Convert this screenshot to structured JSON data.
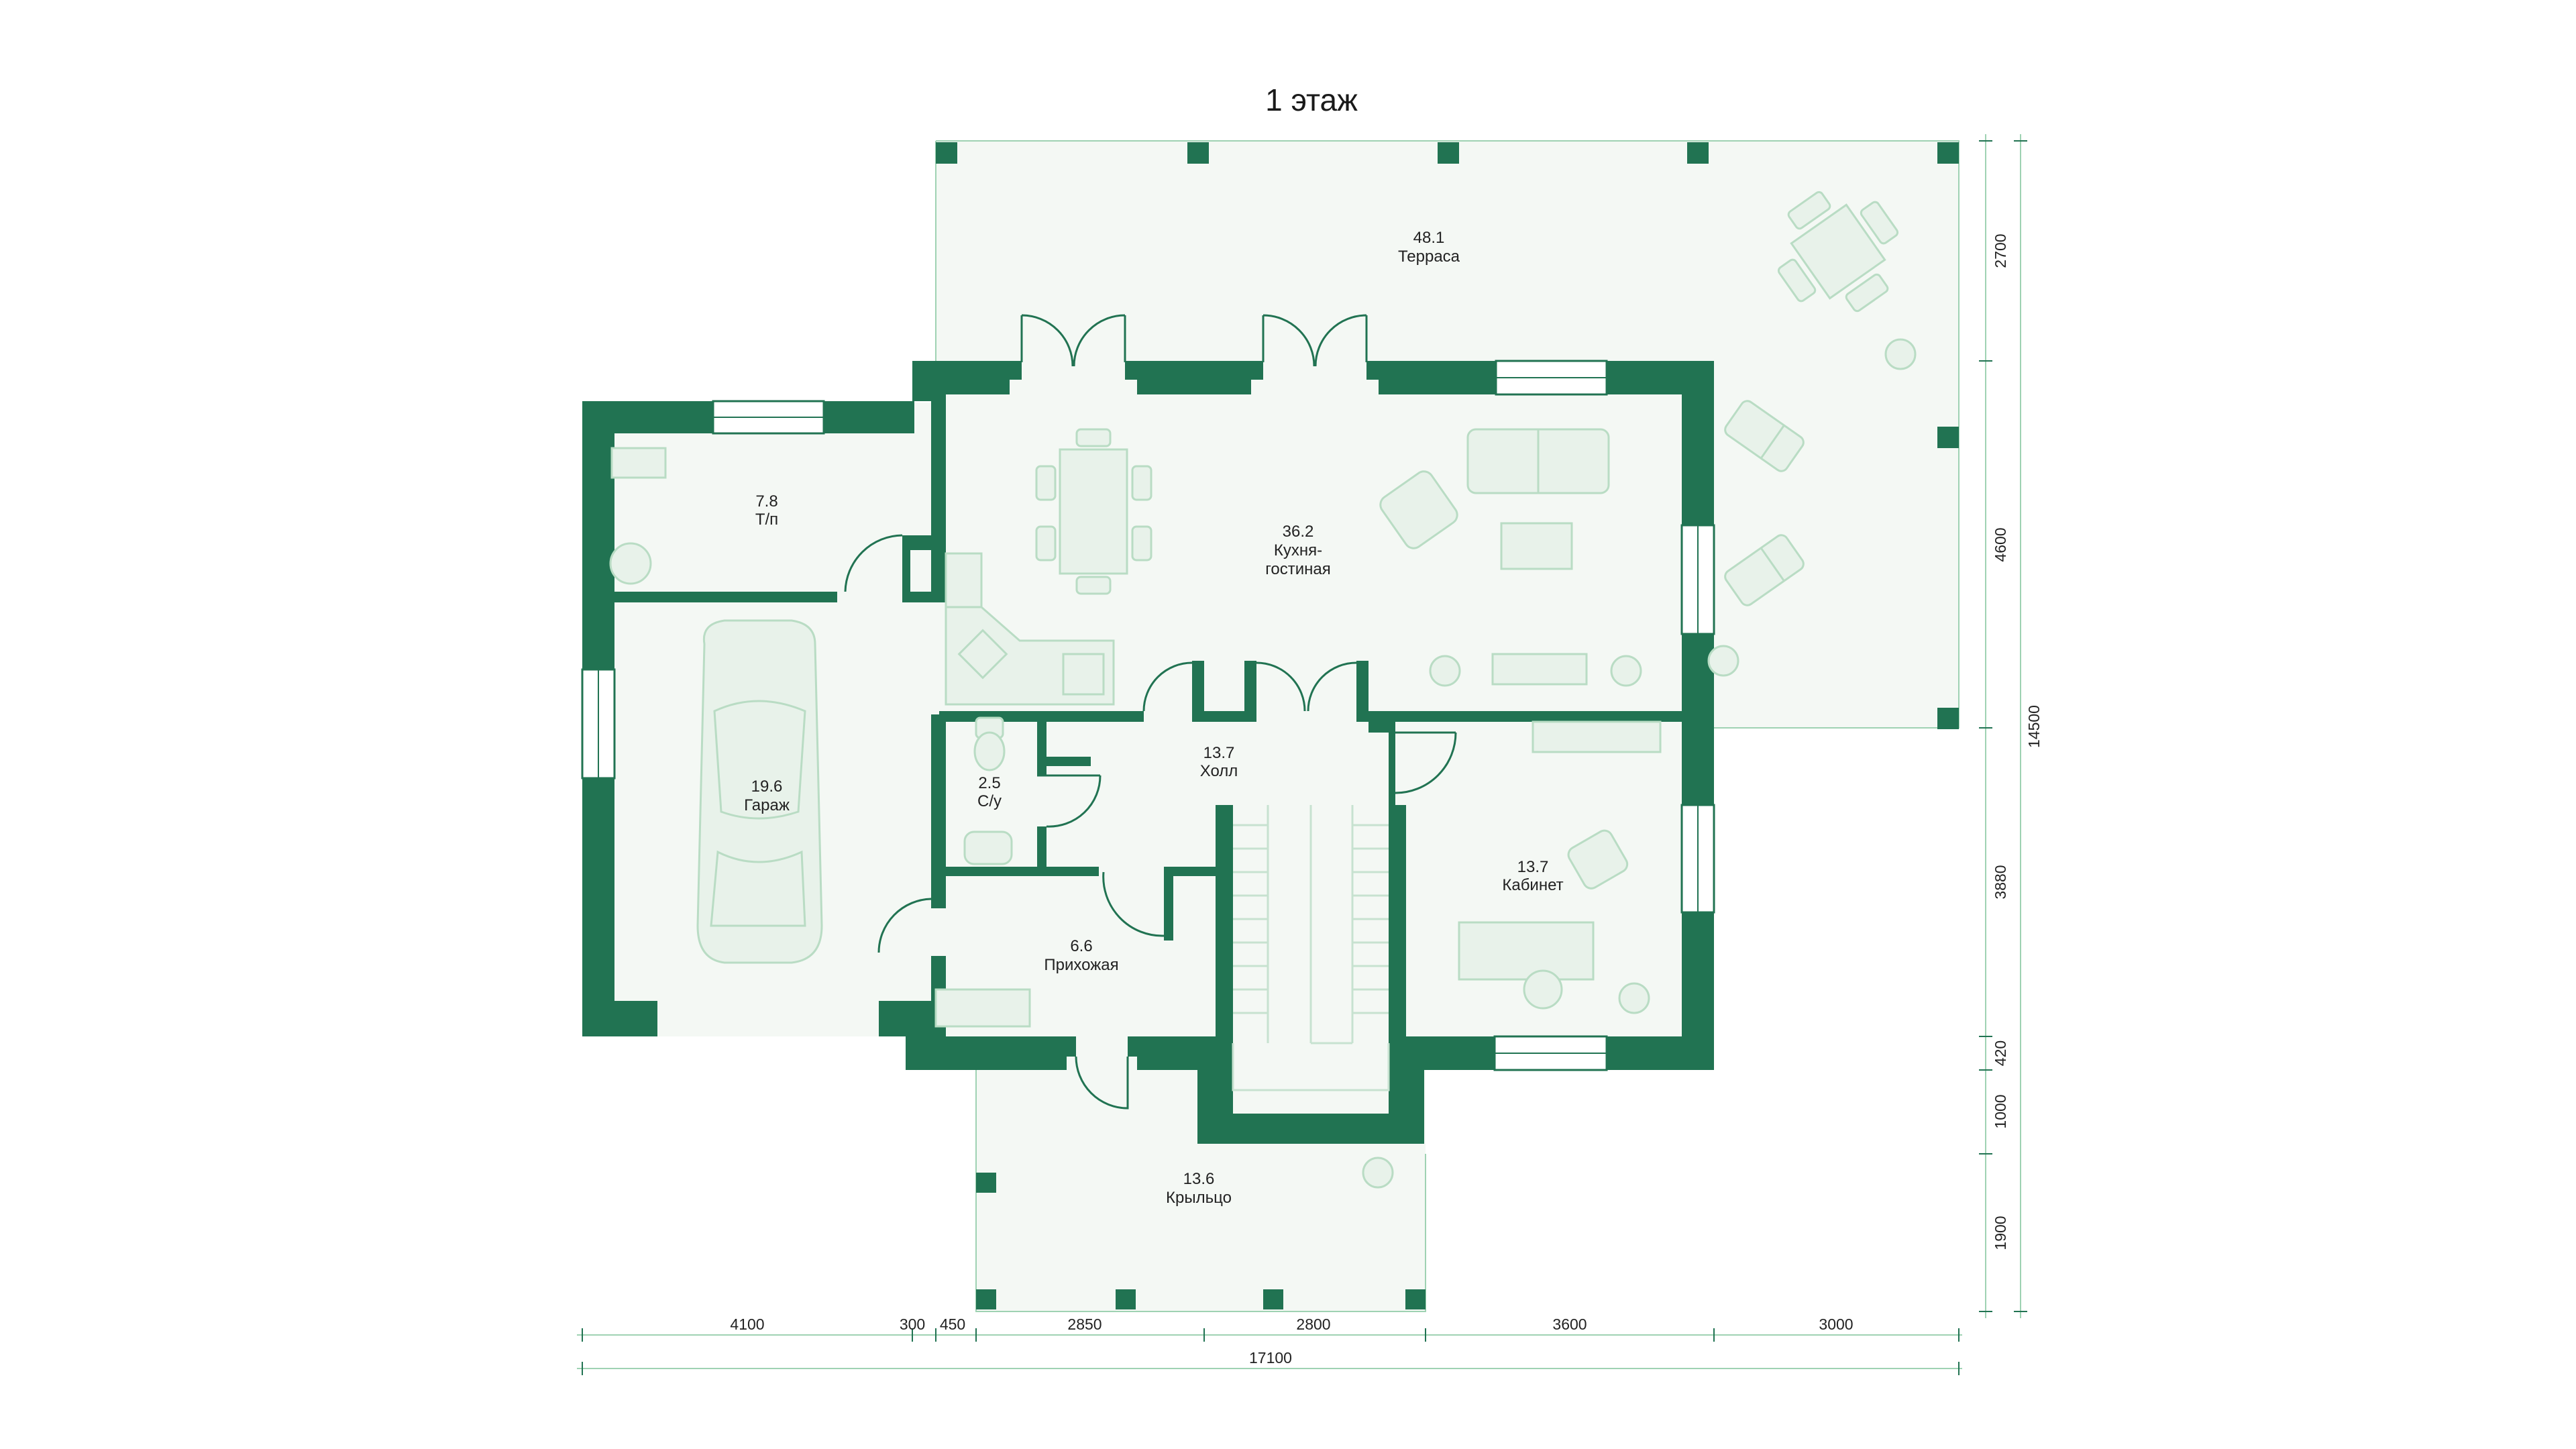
{
  "page": {
    "title": "1 этаж"
  },
  "rooms": [
    {
      "id": "terrace",
      "area": "48.1",
      "name": "Терраса"
    },
    {
      "id": "kitchen",
      "area": "36.2",
      "name": "Кухня-",
      "name2": "гостиная"
    },
    {
      "id": "tp",
      "area": "7.8",
      "name": "Т/п"
    },
    {
      "id": "garage",
      "area": "19.6",
      "name": "Гараж"
    },
    {
      "id": "wc",
      "area": "2.5",
      "name": "С/у"
    },
    {
      "id": "hall",
      "area": "13.7",
      "name": "Холл"
    },
    {
      "id": "office",
      "area": "13.7",
      "name": "Кабинет"
    },
    {
      "id": "entry",
      "area": "6.6",
      "name": "Прихожая"
    },
    {
      "id": "porch",
      "area": "13.6",
      "name": "Крыльцо"
    }
  ],
  "dimensions": {
    "bottom": [
      "4100",
      "300",
      "450",
      "2850",
      "2800",
      "3600",
      "3000"
    ],
    "total_width": "17100",
    "right": [
      "2700",
      "4600",
      "3880",
      "420",
      "1000",
      "1900"
    ],
    "total_height": "14500"
  },
  "colors": {
    "wall": "#217352",
    "floor": "#f4f8f4",
    "furniture": "#b9dcc4",
    "dimension": "#9fd2b3"
  }
}
